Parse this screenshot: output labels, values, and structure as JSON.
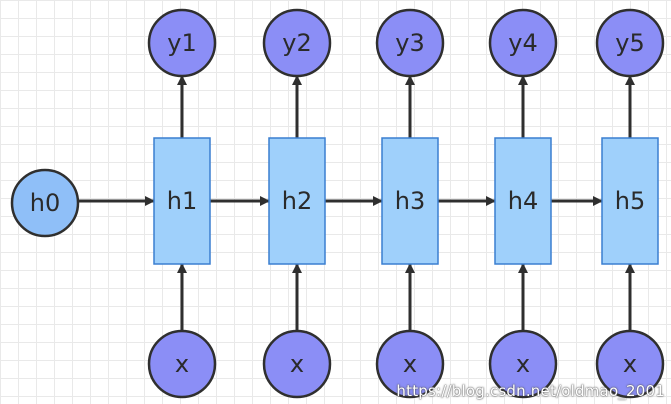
{
  "diagram": {
    "initial_state": "h0",
    "hidden_states": [
      "h1",
      "h2",
      "h3",
      "h4",
      "h5"
    ],
    "outputs": [
      "y1",
      "y2",
      "y3",
      "y4",
      "y5"
    ],
    "inputs": [
      "x",
      "x",
      "x",
      "x",
      "x"
    ]
  },
  "colors": {
    "circle_fill": "#8b8ef6",
    "h0_fill": "#8fbff8",
    "hidden_fill": "#9fd0fb",
    "hidden_border": "#3a7fd0",
    "stroke": "#2f2f2f"
  },
  "watermark": "https://blog.csdn.net/oldmao_2001"
}
